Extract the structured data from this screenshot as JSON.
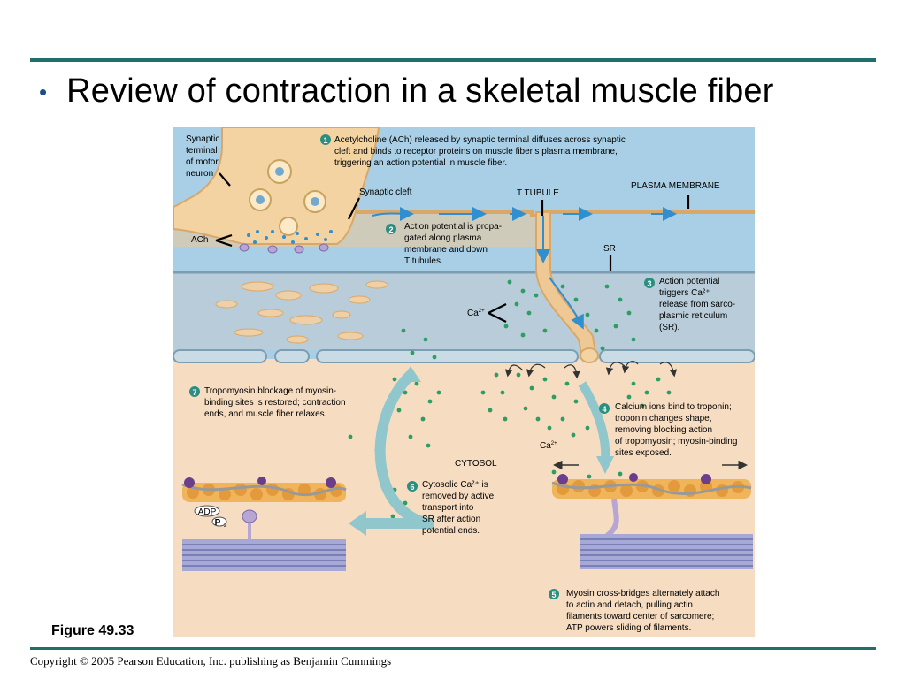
{
  "slide": {
    "bullet": "•",
    "title": "Review of contraction in a skeletal muscle fiber",
    "figure_label": "Figure 49.33",
    "copyright": "Copyright © 2005 Pearson Education, Inc. publishing as Benjamin Cummings"
  },
  "diagram": {
    "labels": {
      "synaptic_terminal": [
        "Synaptic",
        "terminal",
        "of motor",
        "neuron"
      ],
      "synaptic_cleft": "Synaptic cleft",
      "t_tubule": "T TUBULE",
      "plasma_membrane": "PLASMA MEMBRANE",
      "ach": "ACh",
      "sr": "SR",
      "ca": "Ca",
      "ca_charge": "2+",
      "cytosol": "CYTOSOL",
      "adp": "ADP",
      "p": "P",
      "p_sub": "2"
    },
    "steps": [
      {
        "num": "1",
        "lines": [
          "Acetylcholine (ACh) released by synaptic terminal diffuses across synaptic",
          "cleft and binds to receptor proteins on muscle fiber’s plasma membrane,",
          " triggering an action potential in muscle fiber."
        ]
      },
      {
        "num": "2",
        "lines": [
          "Action potential is propa-",
          "gated along plasma",
          "membrane and down",
          "T tubules."
        ]
      },
      {
        "num": "3",
        "lines": [
          "Action potential",
          "triggers Ca²⁺",
          "release from sarco-",
          "plasmic reticulum",
          "(SR)."
        ]
      },
      {
        "num": "4",
        "lines": [
          "Calcium ions bind to troponin;",
          "troponin changes shape,",
          "removing blocking action",
          "of tropomyosin; myosin-binding",
          "sites exposed."
        ]
      },
      {
        "num": "5",
        "lines": [
          "Myosin cross-bridges alternately attach",
          "to actin and detach, pulling actin",
          "filaments toward center of sarcomere;",
          "ATP powers sliding of filaments."
        ]
      },
      {
        "num": "6",
        "lines": [
          "Cytosolic Ca²⁺ is",
          "removed by active",
          "transport into",
          "SR after action",
          "potential ends."
        ]
      },
      {
        "num": "7",
        "lines": [
          "Tropomyosin blockage of myosin-",
          "binding sites is restored; contraction",
          "ends, and muscle fiber relaxes."
        ]
      }
    ],
    "colors": {
      "upper_bg": "#a9cfe6",
      "lower_bg": "#f6dcc0",
      "neuron": "#f2d3a1",
      "neuron_edge": "#d9a868",
      "sr": "#b8cdd9",
      "sr_edge": "#7d9db3",
      "ca_dot": "#2e9d63",
      "arrow_teal": "#8fc7cc",
      "step_badge": "#2a8f80"
    }
  }
}
